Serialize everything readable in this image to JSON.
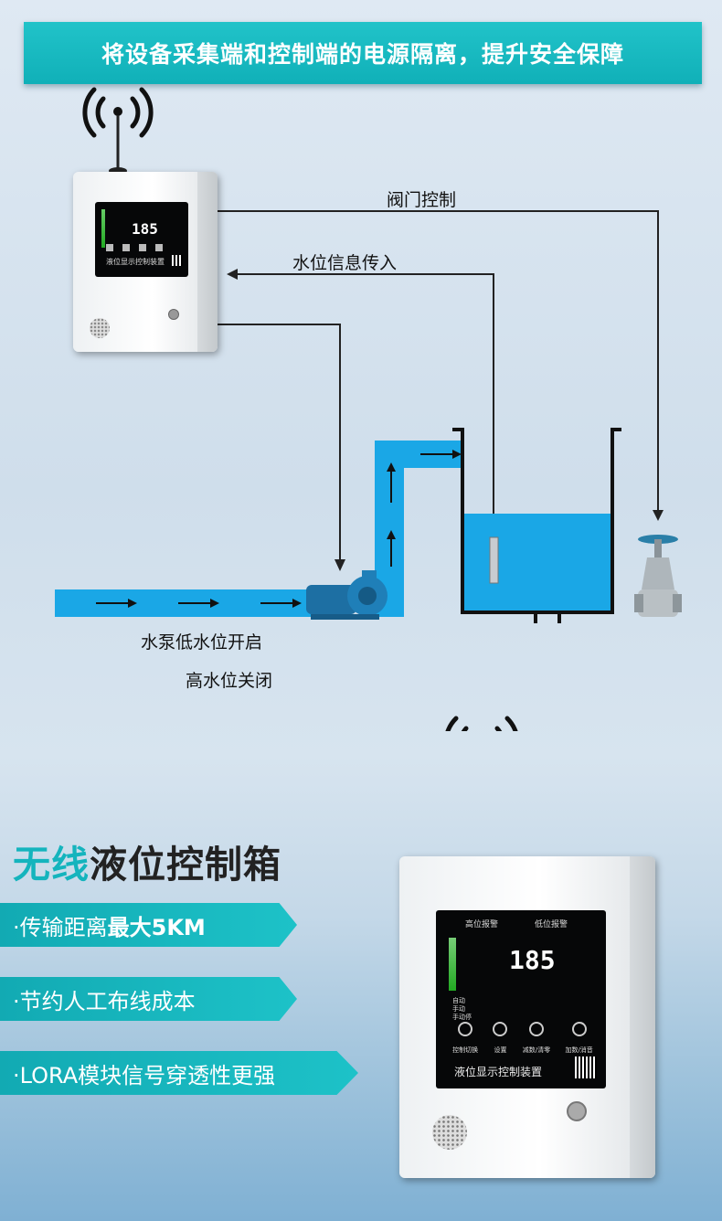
{
  "banner": {
    "text": "将设备采集端和控制端的电源隔离，提升安全保障"
  },
  "diagram": {
    "valve_label": "阀门控制",
    "water_level_label": "水位信息传入",
    "pump_label_line1": "水泵低水位开启",
    "pump_label_line2": "高水位关闭"
  },
  "device_small": {
    "reading": "185",
    "panel_title": "液位显示控制装置"
  },
  "device_large": {
    "reading": "185",
    "alarm_high": "高位报警",
    "alarm_low": "低位报警",
    "panel_title": "液位显示控制装置",
    "modes": [
      "自动",
      "手动",
      "手动停"
    ],
    "buttons": [
      "控制切换",
      "设置",
      "减数/清零",
      "加数/消音"
    ]
  },
  "product": {
    "title_accent": "无线",
    "title_rest": "液位控制箱"
  },
  "features": [
    {
      "text": "·传输距离",
      "bold": "最大5KM"
    },
    {
      "text": "·节约人工布线成本",
      "bold": ""
    },
    {
      "text": "·LORA模块信号穿透性更强",
      "bold": ""
    }
  ],
  "colors": {
    "accent": "#14b4bd",
    "water": "#1aa7e6"
  }
}
